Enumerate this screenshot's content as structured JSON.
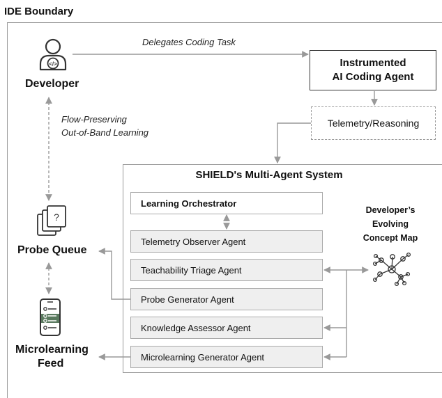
{
  "boundary": {
    "title": "IDE Boundary"
  },
  "developer": {
    "label": "Developer",
    "icon": "developer-code-icon"
  },
  "delegates": {
    "label": "Delegates Coding Task"
  },
  "coding_agent": {
    "line1": "Instrumented",
    "line2": "AI Coding Agent"
  },
  "telemetry": {
    "label": "Telemetry/Reasoning"
  },
  "flow": {
    "line1": "Flow-Preserving",
    "line2": "Out-of-Band Learning"
  },
  "probe_queue": {
    "label": "Probe Queue",
    "icon": "question-cards-icon",
    "glyph": "?"
  },
  "microlearning": {
    "line1": "Microlearning",
    "line2": "Feed",
    "icon": "feed-phone-icon"
  },
  "system": {
    "title": "SHIELD's Multi-Agent System",
    "orchestrator": "Learning Orchestrator",
    "agents": [
      "Telemetry Observer Agent",
      "Teachability Triage Agent",
      "Probe Generator Agent",
      "Knowledge Assessor Agent",
      "Microlearning Generator Agent"
    ]
  },
  "concept_map": {
    "line1": "Developer’s",
    "line2": "Evolving",
    "line3": "Concept Map",
    "icon": "network-graph-icon"
  },
  "colors": {
    "arrow": "#999999",
    "agent_fill": "#efefef",
    "feed_green": "#5a7a5f",
    "icon_dark": "#333333"
  }
}
